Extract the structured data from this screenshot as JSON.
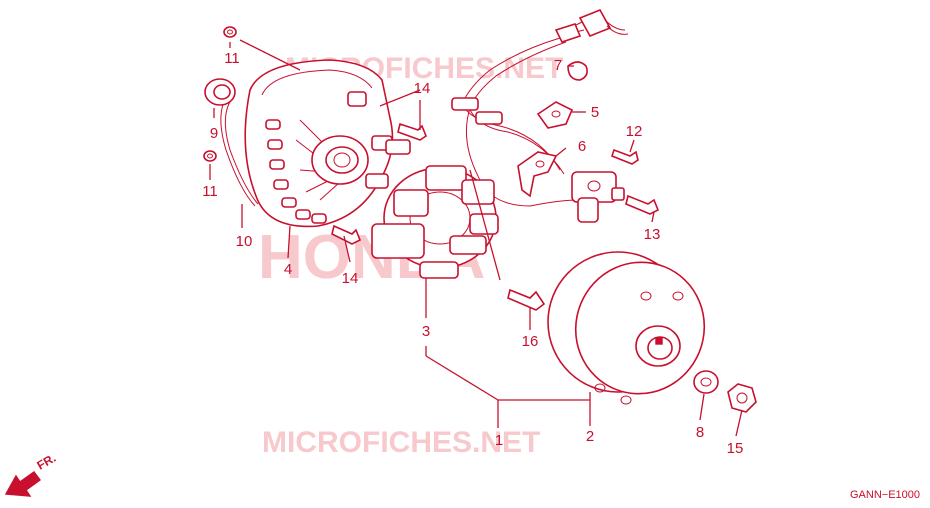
{
  "watermarks": {
    "top": "MICROFICHES.NET",
    "middle": "HONDA",
    "bottom": "MICROFICHES.NET"
  },
  "part_labels": [
    {
      "id": "1",
      "text": "1"
    },
    {
      "id": "2",
      "text": "2"
    },
    {
      "id": "3",
      "text": "3"
    },
    {
      "id": "4",
      "text": "4"
    },
    {
      "id": "5",
      "text": "5"
    },
    {
      "id": "6",
      "text": "6"
    },
    {
      "id": "7",
      "text": "7"
    },
    {
      "id": "8",
      "text": "8"
    },
    {
      "id": "9",
      "text": "9"
    },
    {
      "id": "10",
      "text": "10"
    },
    {
      "id": "11a",
      "text": "11"
    },
    {
      "id": "11b",
      "text": "11"
    },
    {
      "id": "12",
      "text": "12"
    },
    {
      "id": "13",
      "text": "13"
    },
    {
      "id": "14a",
      "text": "14"
    },
    {
      "id": "14b",
      "text": "14"
    },
    {
      "id": "15",
      "text": "15"
    },
    {
      "id": "16",
      "text": "16"
    }
  ],
  "direction_label": "FR.",
  "diagram_code": "GANN−E1000",
  "colors": {
    "line": "#c8102e",
    "watermark": "#f7c9cd"
  },
  "icons": {
    "direction": "front-arrow-icon"
  }
}
